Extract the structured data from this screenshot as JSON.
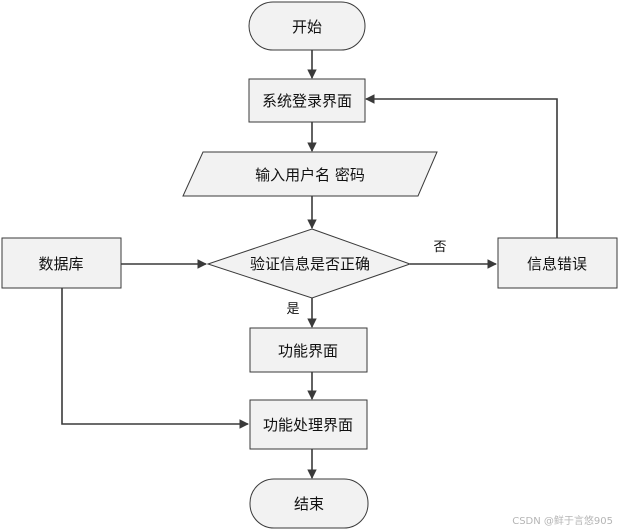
{
  "nodes": {
    "start": "开始",
    "login": "系统登录界面",
    "input": "输入用户名 密码",
    "verify": "验证信息是否正确",
    "database": "数据库",
    "error": "信息错误",
    "function": "功能界面",
    "function_process": "功能处理界面",
    "end": "结束"
  },
  "edges": {
    "no": "否",
    "yes": "是"
  },
  "watermark": "CSDN @鲜于言悠905"
}
